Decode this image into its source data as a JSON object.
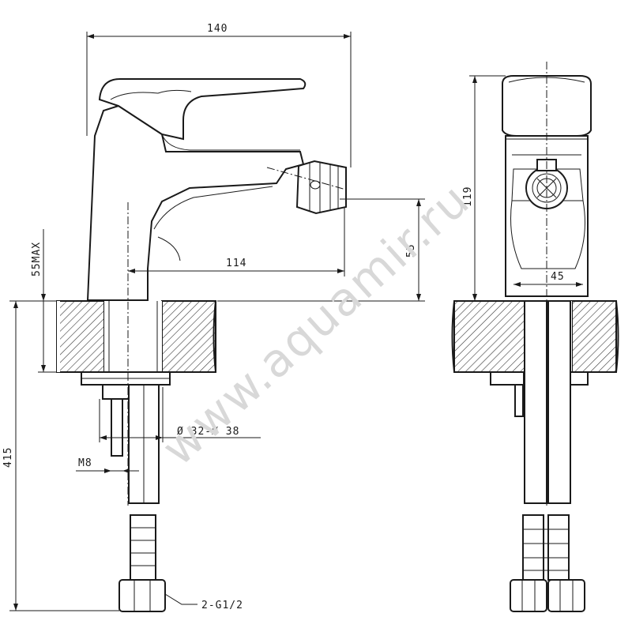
{
  "watermark": "www.aquamir.ru",
  "dimensions": {
    "width_total": "140",
    "spout_reach": "114",
    "aerator_height": "55",
    "max_deck_thickness": "55MAX",
    "total_length": "415",
    "hole_diameter": "Ø 32-Ø 38",
    "stud_thread": "M8",
    "connection": "2-G1/2",
    "side_height": "119",
    "side_width": "45"
  }
}
